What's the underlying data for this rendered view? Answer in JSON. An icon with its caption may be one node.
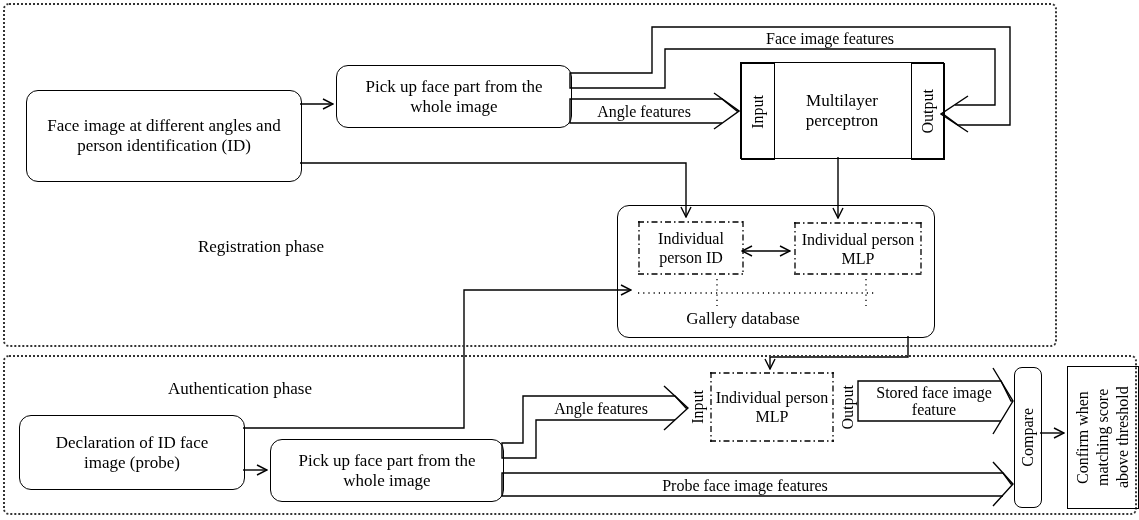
{
  "diagram": {
    "nodes": [
      {
        "text": [
          "Registration phase"
        ]
      },
      {
        "text": [
          "Authentication phase"
        ]
      },
      {
        "text": [
          "Face image at different angles and person identification (ID)"
        ],
        "in": 0
      },
      {
        "text": [
          "Pick up face part from the whole image"
        ],
        "in": 0
      },
      {
        "text": [
          "Multilayer perceptron"
        ],
        "in": 0
      },
      {
        "text": [
          "Input"
        ],
        "in": 4
      },
      {
        "text": [
          "Output"
        ],
        "in": 4
      },
      {
        "text": [
          "Gallery database"
        ],
        "in": 0
      },
      {
        "text": [
          "Individual person ID"
        ],
        "in": 7
      },
      {
        "text": [
          "Individual person MLP"
        ],
        "in": 7
      },
      {
        "text": [
          "Declaration of ID face image (probe)"
        ],
        "in": 1
      },
      {
        "text": [
          "Pick up face part from the whole image"
        ],
        "in": 1
      },
      {
        "text": [
          "Input"
        ],
        "in": 1
      },
      {
        "text": [
          "Individual person MLP"
        ],
        "in": 1
      },
      {
        "text": [
          "Output"
        ],
        "in": 1
      },
      {
        "text": [
          "Compare"
        ],
        "in": 1
      },
      {
        "text": [
          "Confirm when matching score above threshold"
        ],
        "in": 1
      }
    ],
    "edges": [
      {
        "from": 2,
        "to": 3,
        "arrow": "to"
      },
      {
        "from": 3,
        "to": 6,
        "arrow": "to",
        "label": "Face image features"
      },
      {
        "from": 3,
        "to": 5,
        "arrow": "to",
        "label": "Angle features"
      },
      {
        "from": 2,
        "to": 8,
        "arrow": "to"
      },
      {
        "from": 4,
        "to": 9,
        "arrow": "to"
      },
      {
        "from": 8,
        "to": 9,
        "arrow": "both"
      },
      {
        "from": 10,
        "to": 7,
        "arrow": "to"
      },
      {
        "from": 7,
        "to": 13,
        "arrow": "to"
      },
      {
        "from": 11,
        "to": 12,
        "arrow": "to",
        "label": "Angle features"
      },
      {
        "from": 14,
        "to": 15,
        "arrow": "to",
        "label": "Stored face image feature"
      },
      {
        "from": 11,
        "to": 15,
        "arrow": "to",
        "label": "Probe face image features"
      },
      {
        "from": 15,
        "to": 16,
        "arrow": "to"
      },
      {
        "from": 10,
        "to": 11,
        "arrow": "to"
      }
    ]
  }
}
